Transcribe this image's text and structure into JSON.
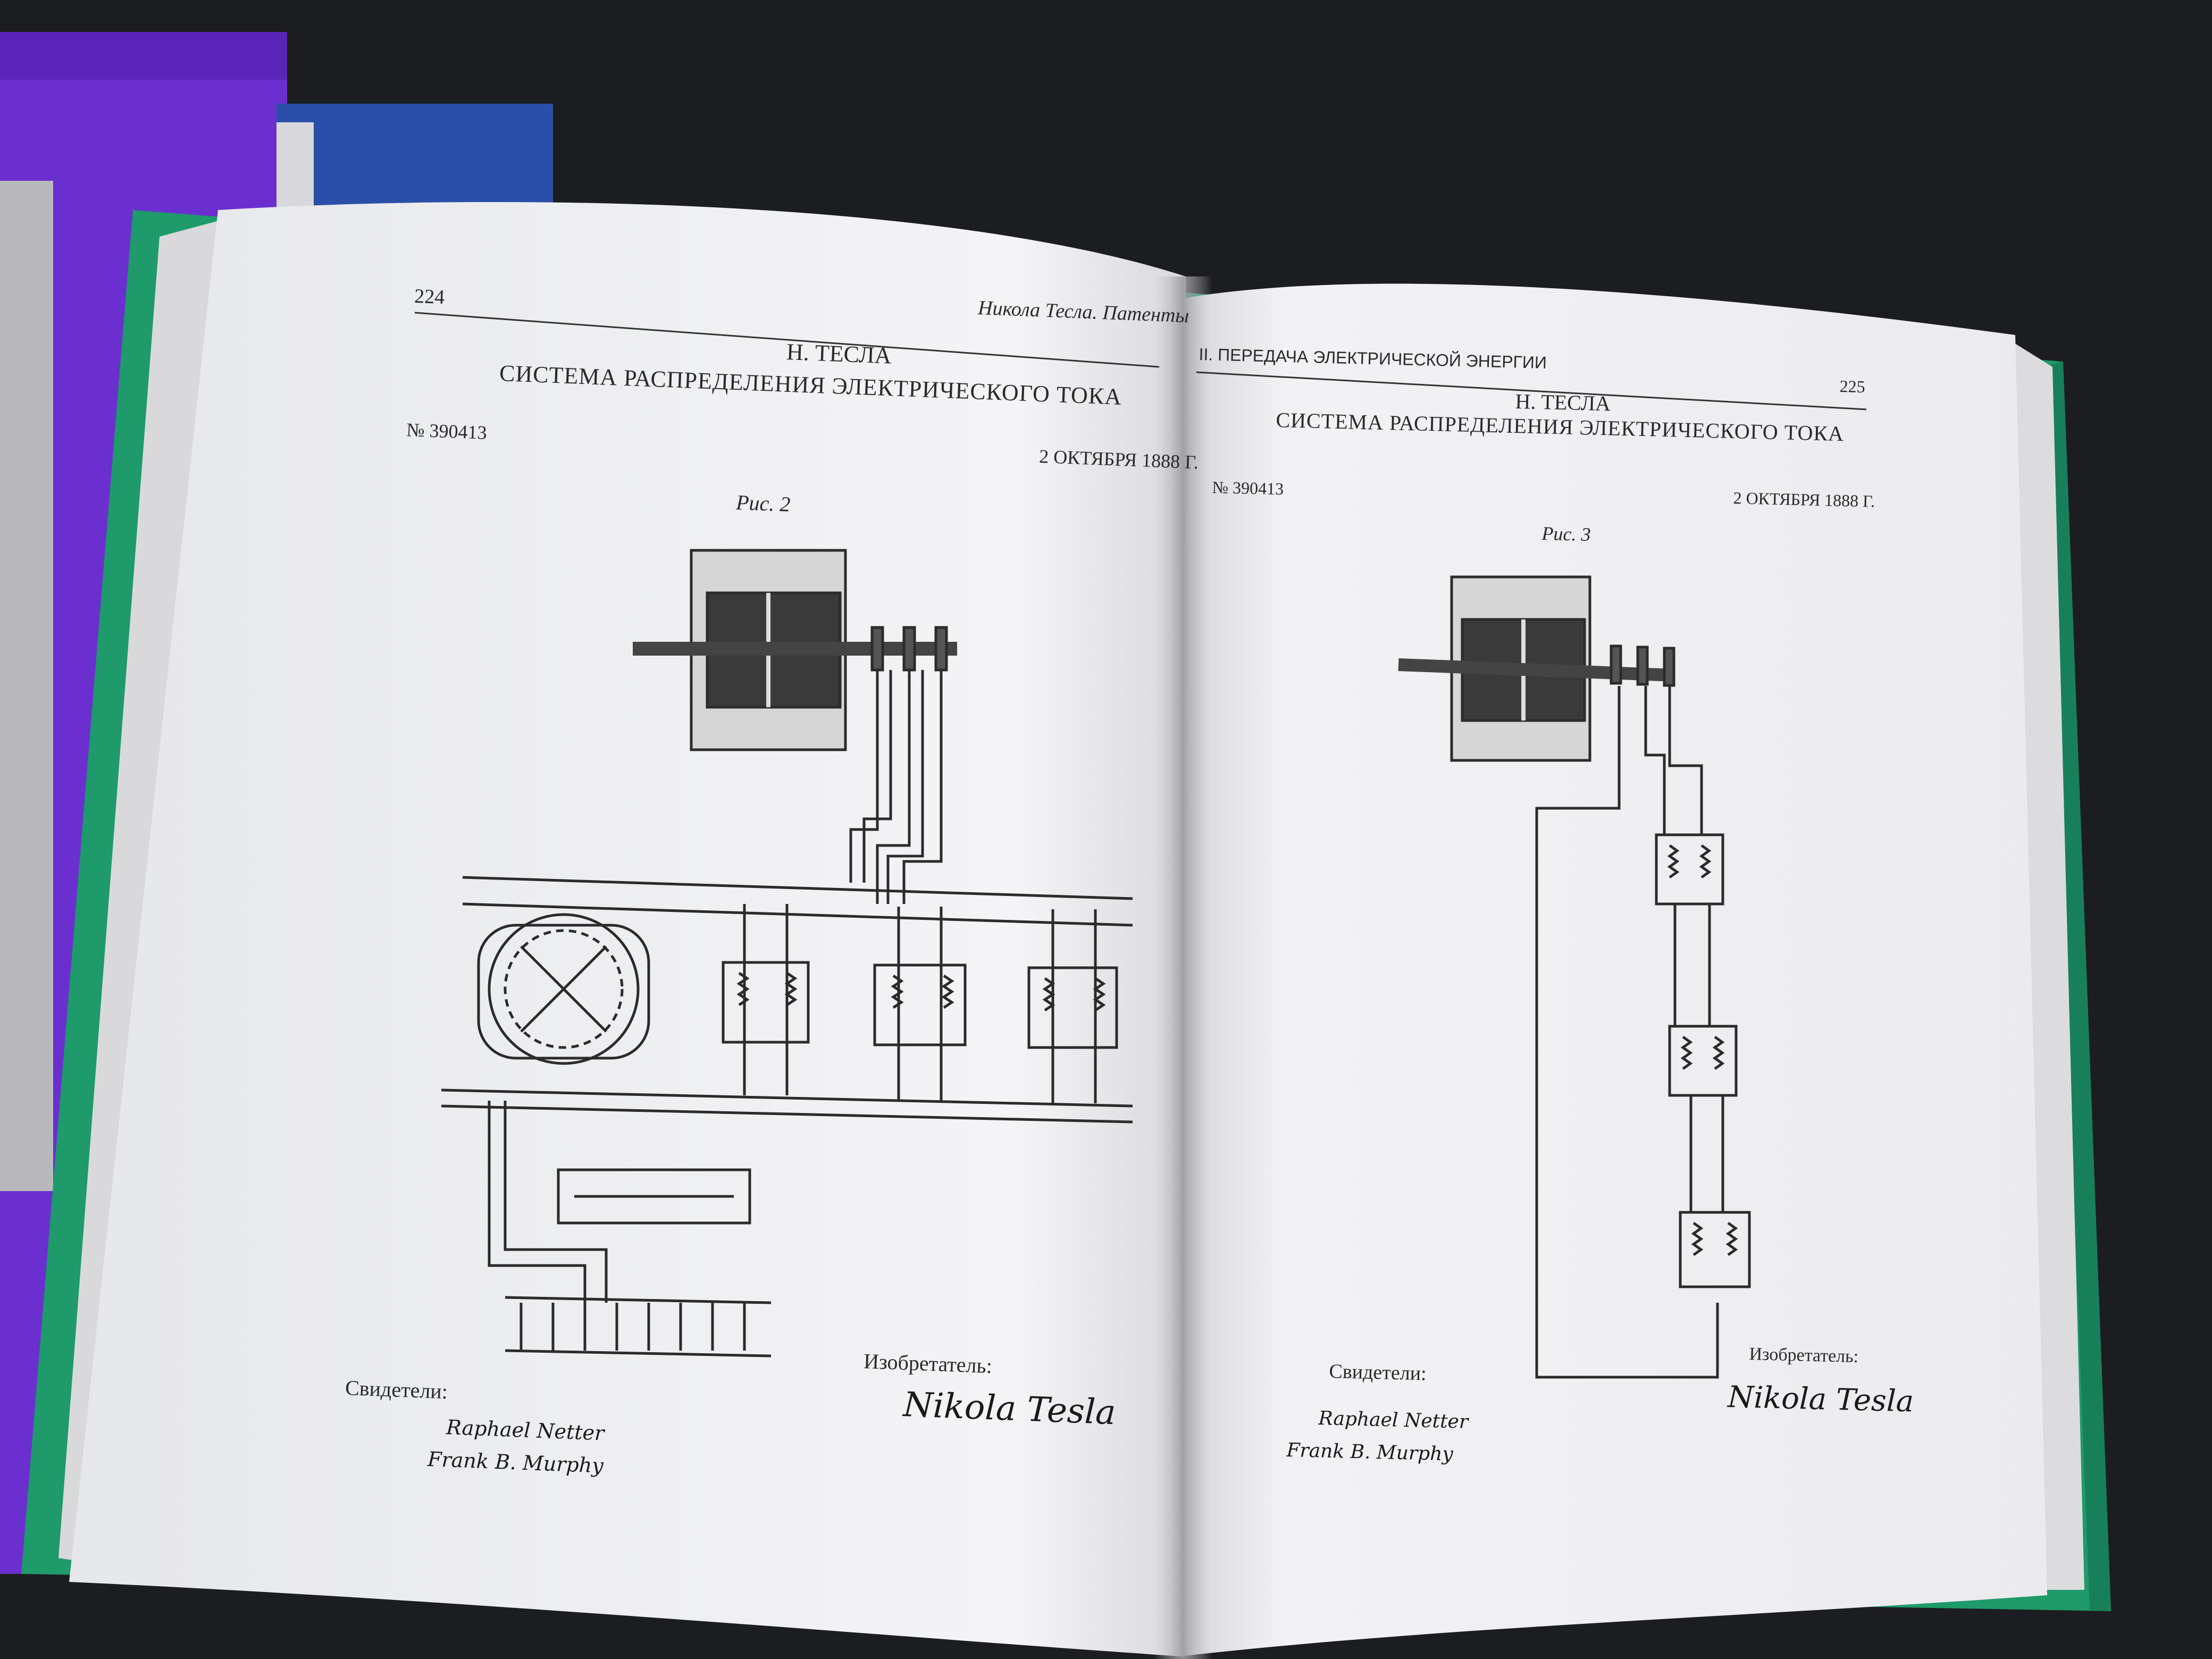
{
  "colors": {
    "background": "#1c1d20",
    "cover_green": "#1e9a6b",
    "folder_purple": "#6b2fd0",
    "folder_blue": "#2a4fa8",
    "paper": "#f3f3f5",
    "ink": "#2a2a2a"
  },
  "left_page": {
    "page_number": "224",
    "running_header": "Никола Тесла. Патенты",
    "author": "Н. ТЕСЛА",
    "title": "СИСТЕМА РАСПРЕДЕЛЕНИЯ ЭЛЕКТРИЧЕСКОГО ТОКА",
    "patent_number": "№ 390413",
    "date": "2 ОКТЯБРЯ 1888 Г.",
    "figure_caption": "Рис. 2",
    "witnesses_label": "Свидетели:",
    "inventor_label": "Изобретатель:",
    "witness_signature_1": "Raphael Netter",
    "witness_signature_2": "Frank B. Murphy",
    "inventor_signature": "Nikola Tesla"
  },
  "right_page": {
    "section_header": "II. ПЕРЕДАЧА ЭЛЕКТРИЧЕСКОЙ ЭНЕРГИИ",
    "page_number": "225",
    "author": "Н. ТЕСЛА",
    "title": "СИСТЕМА РАСПРЕДЕЛЕНИЯ ЭЛЕКТРИЧЕСКОГО ТОКА",
    "patent_number": "№ 390413",
    "date": "2 ОКТЯБРЯ 1888 Г.",
    "figure_caption": "Рис. 3",
    "witnesses_label": "Свидетели:",
    "inventor_label": "Изобретатель:",
    "witness_signature_1": "Raphael Netter",
    "witness_signature_2": "Frank B. Murphy",
    "inventor_signature": "Nikola Tesla"
  }
}
